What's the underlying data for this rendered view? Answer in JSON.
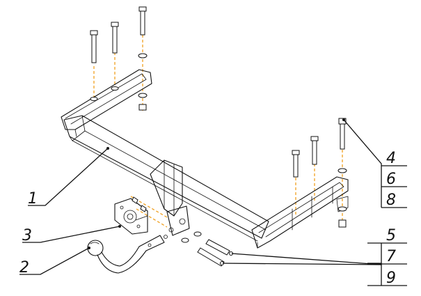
{
  "callouts": {
    "c1": "1",
    "c2": "2",
    "c3": "3",
    "c4": "4",
    "c5": "5",
    "c6": "6",
    "c7": "7",
    "c8": "8",
    "c9": "9"
  },
  "colors": {
    "assembly_axis": "#f0a020",
    "line": "#111111"
  }
}
